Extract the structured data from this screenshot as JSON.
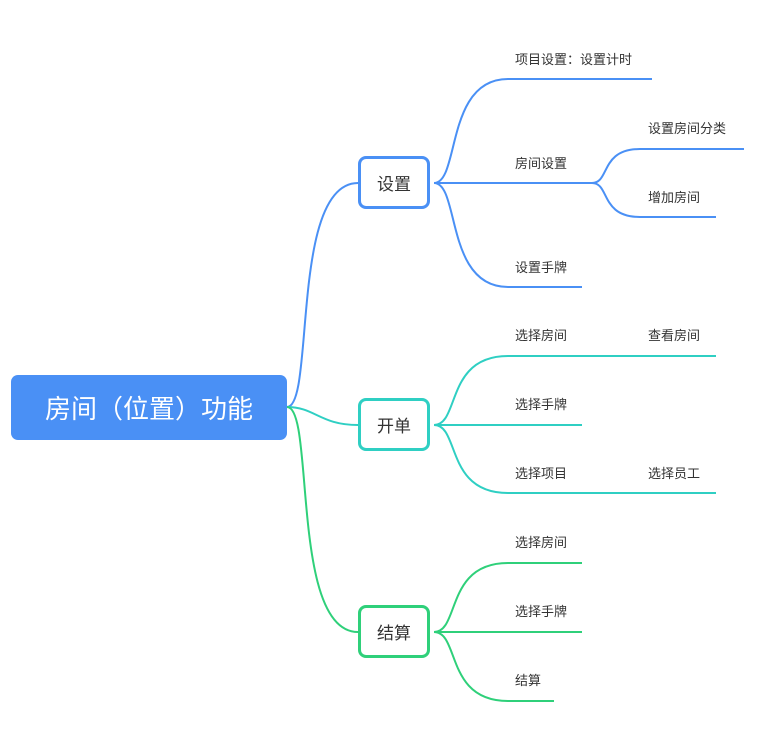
{
  "root": {
    "label": "房间（位置）功能"
  },
  "colors": {
    "settings": "#4a90f5",
    "open": "#2fcfc3",
    "checkout": "#2fd07a",
    "root": "#4a90f5"
  },
  "branches": [
    {
      "label": "设置",
      "children": [
        {
          "label": "项目设置：设置计时"
        },
        {
          "label": "房间设置",
          "children": [
            {
              "label": "设置房间分类"
            },
            {
              "label": "增加房间"
            }
          ]
        },
        {
          "label": "设置手牌"
        }
      ]
    },
    {
      "label": "开单",
      "children": [
        {
          "label": "选择房间",
          "children": [
            {
              "label": "查看房间"
            }
          ]
        },
        {
          "label": "选择手牌"
        },
        {
          "label": "选择项目",
          "children": [
            {
              "label": "选择员工"
            }
          ]
        }
      ]
    },
    {
      "label": "结算",
      "children": [
        {
          "label": "选择房间"
        },
        {
          "label": "选择手牌"
        },
        {
          "label": "结算"
        }
      ]
    }
  ]
}
